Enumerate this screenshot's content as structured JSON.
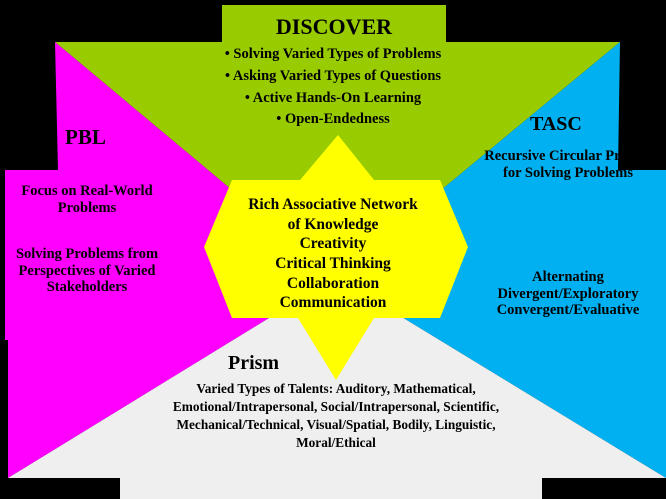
{
  "colors": {
    "background": "#000000",
    "discover": "#99CC00",
    "pbl": "#FF00FF",
    "tasc": "#00B0F0",
    "prism": "#EFEFEF",
    "center": "#FFFF00"
  },
  "discover": {
    "title": "DISCOVER",
    "items": [
      "Solving Varied Types of Problems",
      "Asking Varied Types of Questions",
      "Active Hands-On Learning",
      "Open-Endedness"
    ]
  },
  "pbl": {
    "title": "PBL",
    "text1": "Focus on Real-World Problems",
    "text2": "Solving Problems from Perspectives of Varied Stakeholders"
  },
  "tasc": {
    "title": "TASC",
    "text1": "Recursive Circular Process for Solving Problems",
    "text2": "Alternating Divergent/Exploratory Convergent/Evaluative"
  },
  "center": {
    "lines": [
      "Rich Associative Network",
      "of Knowledge",
      "Creativity",
      "Critical Thinking",
      "Collaboration",
      "Communication"
    ]
  },
  "prism": {
    "title": "Prism",
    "text": "Varied Types of Talents: Auditory, Mathematical, Emotional/Intrapersonal, Social/Intrapersonal, Scientific, Mechanical/Technical, Visual/Spatial, Bodily, Linguistic, Moral/Ethical"
  }
}
